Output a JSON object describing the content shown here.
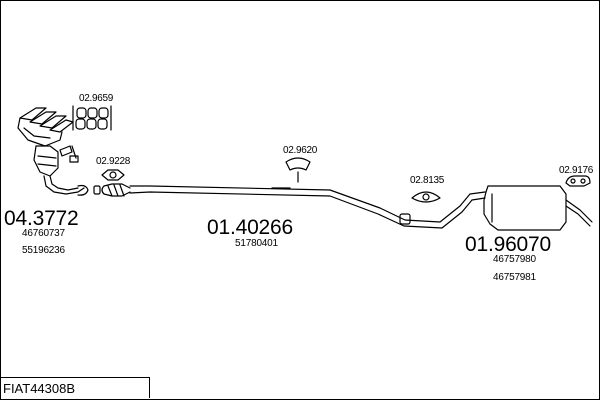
{
  "diagram_code": "FIAT44308B",
  "parts": [
    {
      "id": "manifold",
      "number": "04.3772",
      "oe": [
        "46760737",
        "55196236"
      ]
    },
    {
      "id": "middle-pipe",
      "number": "01.40266",
      "oe": [
        "51780401"
      ]
    },
    {
      "id": "rear-silencer",
      "number": "01.96070",
      "oe": [
        "46757980",
        "46757981"
      ]
    }
  ],
  "accessories": [
    {
      "id": "manifold-gasket-set",
      "number": "02.9659"
    },
    {
      "id": "flange-gasket",
      "number": "02.9228"
    },
    {
      "id": "hanger-middle",
      "number": "02.9620"
    },
    {
      "id": "hanger-rear-clamp",
      "number": "02.8135"
    },
    {
      "id": "hanger-rear",
      "number": "02.9176"
    }
  ]
}
